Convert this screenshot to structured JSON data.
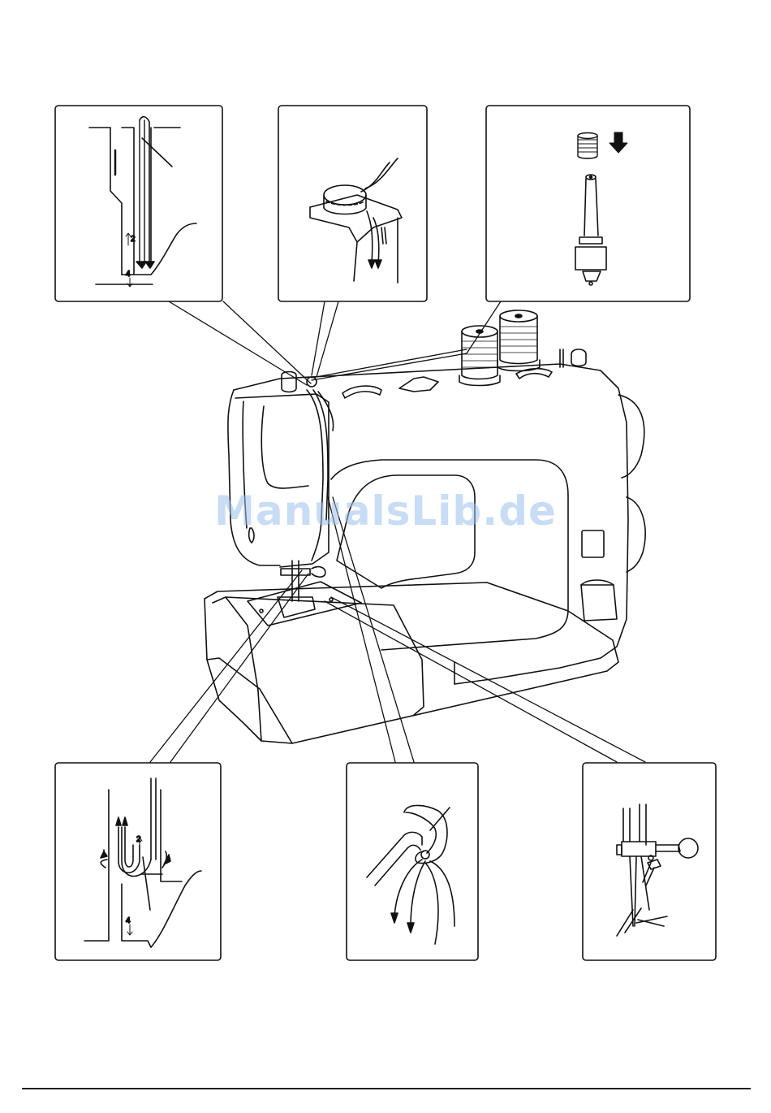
{
  "watermark": "ManualsLib.de",
  "panels": {
    "thread_guide_detail": {
      "label_step2": "2",
      "label_step4": "4"
    },
    "lower_guide_detail": {
      "label_step2": "2",
      "label_step4": "4"
    }
  },
  "colors": {
    "line": "#111111",
    "watermark": "#9cc1ee"
  },
  "icons": [
    "spool-icon",
    "down-arrow-icon"
  ]
}
